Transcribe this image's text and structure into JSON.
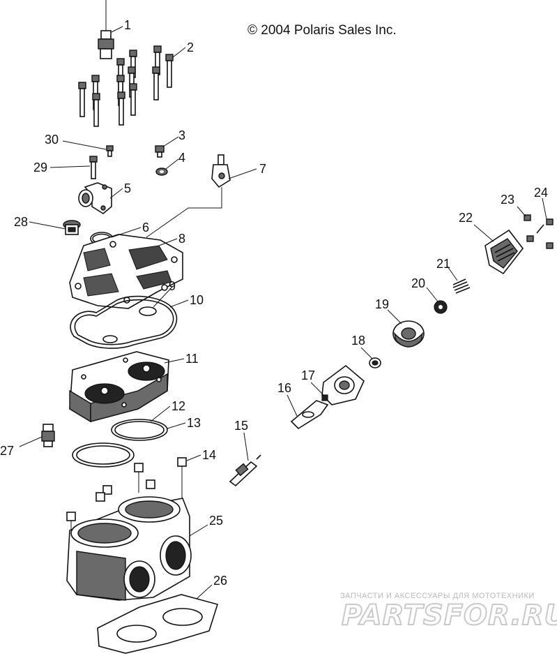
{
  "copyright": "© 2004 Polaris Sales Inc.",
  "watermark": {
    "tagline": "ЗАПЧАСТИ И АКСЕССУАРЫ ДЛЯ МОТОТЕХНИКИ",
    "brand": "PARTSFOR.RU"
  },
  "callouts": [
    "1",
    "2",
    "3",
    "4",
    "5",
    "6",
    "7",
    "8",
    "9",
    "10",
    "11",
    "12",
    "13",
    "14",
    "15",
    "16",
    "17",
    "18",
    "19",
    "20",
    "21",
    "22",
    "23",
    "24",
    "25",
    "26",
    "27",
    "28",
    "29",
    "30"
  ]
}
